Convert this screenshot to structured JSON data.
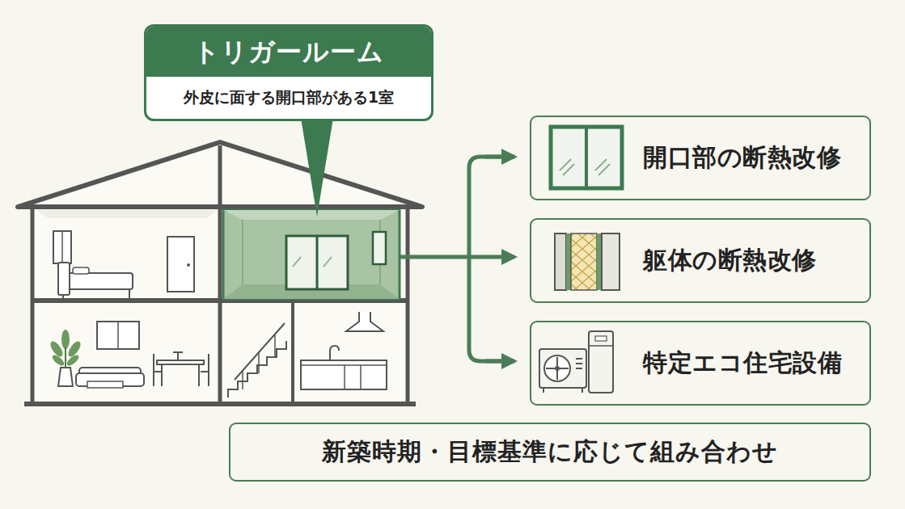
{
  "diagram": {
    "nodes": [
      {
        "text": [
          "トリガールーム",
          "外皮に面する開口部がある1室"
        ]
      },
      {
        "text": [
          "開口部の断熱改修"
        ]
      },
      {
        "text": [
          "躯体の断熱改修"
        ]
      },
      {
        "text": [
          "特定エコ住宅設備"
        ]
      },
      {
        "text": [
          "新築時期・目標基準に応じて組み合わせ"
        ]
      }
    ]
  }
}
